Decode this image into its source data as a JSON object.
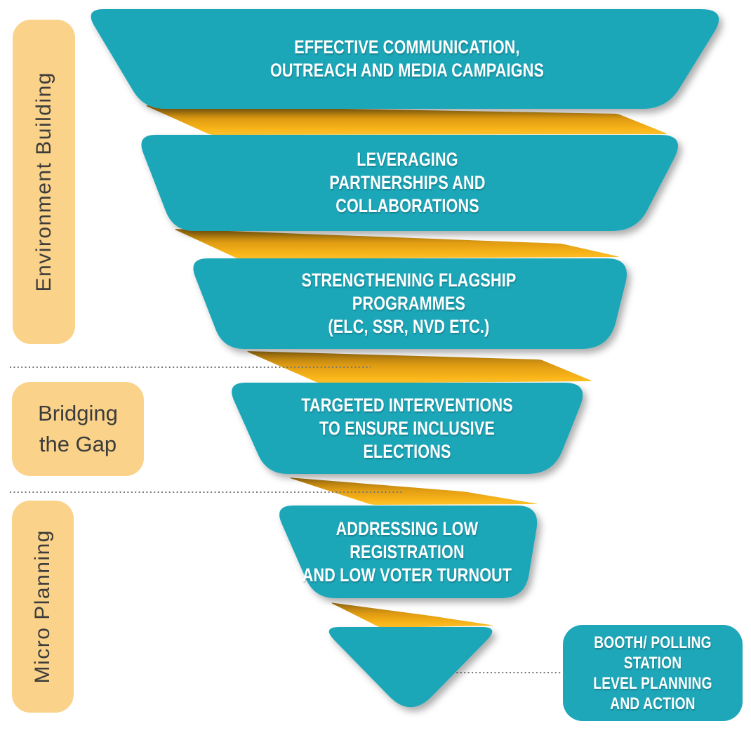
{
  "colors": {
    "teal": "#1EA7B9",
    "orange_dark": "#9A6E10",
    "orange_mid": "#E09C12",
    "orange_bright": "#F9B419",
    "orange_light": "#FFC42B",
    "stage_fill": "#FAD289",
    "stage_text": "#3C3C3C",
    "level_text": "#FFFFFF",
    "dotted_line": "#777777"
  },
  "stages": [
    {
      "label": "Environment Building"
    },
    {
      "label": "Bridging the Gap",
      "lines": [
        "Bridging",
        "the Gap"
      ]
    },
    {
      "label": "Micro Planning"
    }
  ],
  "levels": [
    {
      "lines": [
        "EFFECTIVE COMMUNICATION,",
        "OUTREACH AND MEDIA CAMPAIGNS"
      ]
    },
    {
      "lines": [
        "LEVERAGING",
        "PARTNERSHIPS AND",
        "COLLABORATIONS"
      ]
    },
    {
      "lines": [
        "STRENGTHENING FLAGSHIP",
        "PROGRAMMES",
        "(ELC, SSR, NVD ETC.)"
      ]
    },
    {
      "lines": [
        "TARGETED INTERVENTIONS",
        "TO ENSURE INCLUSIVE",
        "ELECTIONS"
      ]
    },
    {
      "lines": [
        "ADDRESSING LOW",
        "REGISTRATION",
        "AND LOW VOTER TURNOUT"
      ]
    }
  ],
  "callout": {
    "lines": [
      "BOOTH/ POLLING",
      "STATION",
      "LEVEL PLANNING",
      "AND ACTION"
    ]
  }
}
